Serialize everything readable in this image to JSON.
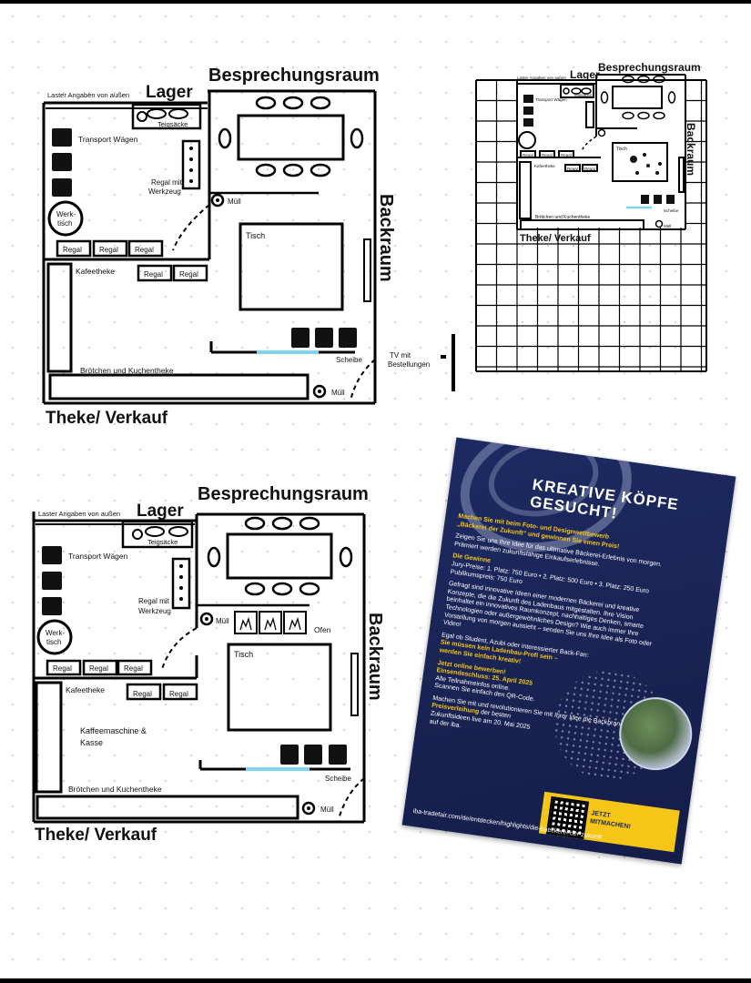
{
  "plan1": {
    "lager": "Lager",
    "besprechungsraum": "Besprechungsraum",
    "backraum": "Backraum",
    "theke": "Theke/ Verkauf",
    "laster": "Laster Angaben von außen",
    "teigsaecke": "Teigsäcke",
    "transport": "Transport Wägen",
    "regal_werkzeug_1": "Regal mit",
    "regal_werkzeug_2": "Werkzeug",
    "muell": "Müll",
    "werk1": "Werk-",
    "werk2": "tisch",
    "regal": "Regal",
    "kafeetheke": "Kafeetheke",
    "tisch": "Tisch",
    "scheibe": "Scheibe",
    "broetchen": "Brötchen und Kuchentheke",
    "tv1": "TV mit",
    "tv2": "Bestellungen"
  },
  "plan2": {
    "lager": "Lager",
    "besprechungsraum": "Besprechungsraum",
    "backraum": "Backraum",
    "theke": "Theke/ Verkauf",
    "laster": "Laster Angaben von außen",
    "teigsaecke": "Teigsäcke",
    "transport": "Transport Wägen",
    "regal": "Regal",
    "kafeetheke": "Kafeetheke",
    "tisch": "Tisch",
    "broetchen": "Brötchen und Kuchentheke",
    "scheibe": "Scheibe",
    "muell": "Müll"
  },
  "plan3": {
    "lager": "Lager",
    "besprechungsraum": "Besprechungsraum",
    "backraum": "Backraum",
    "theke": "Theke/ Verkauf",
    "laster": "Laster Angaben von außen",
    "teigsaecke": "Teigsäcke",
    "transport": "Transport Wägen",
    "regal_werkzeug_1": "Regal mit",
    "regal_werkzeug_2": "Werkzeug",
    "muell": "Müll",
    "ofen": "Ofen",
    "werk1": "Werk-",
    "werk2": "tisch",
    "regal": "Regal",
    "kafeetheke": "Kafeetheke",
    "kaffee1": "Kaffeemaschine &",
    "kaffee2": "Kasse",
    "tisch": "Tisch",
    "scheibe": "Scheibe",
    "broetchen": "Brötchen und Kuchentheke"
  },
  "poster": {
    "title1": "KREATIVE KÖPFE",
    "title2": "GESUCHT!",
    "lead1": "Machen Sie mit beim Foto- und Designwettbewerb",
    "lead2": "„Bäckerei der Zukunft“ und gewinnen Sie einen Preis!",
    "p1": "Zeigen Sie uns Ihre Idee für das ultimative Bäckerei-Erlebnis von morgen. Prämiert werden zukunftsfähige Einkaufserlebnisse.",
    "gewinne": "Die Gewinne",
    "jury": "Jury-Preise: 1. Platz: 750 Euro • 2. Platz: 500 Euro • 3. Platz: 250 Euro",
    "publikum": "Publikumspreis: 750 Euro",
    "p2": "Gefragt sind innovative Ideen einer modernen Bäckerei und kreative Konzepte, die die Zukunft des Ladenbaus mitgestalten. Ihre Vision beinhaltet ein innovatives Raumkonzept, nachhaltiges Denken, smarte Technologien oder außergewöhnliches Design? Wie auch immer Ihre Vorstellung von morgen aussieht – senden Sie uns Ihre Idee als Foto oder Video!",
    "p3": "Egal ob Student, Azubi oder interessierter Back-Fan:",
    "p3y1": "Sie müssen kein Ladenbau-Profi sein –",
    "p3y2": "werden Sie einfach kreativ!",
    "jetzt": "Jetzt online bewerben!",
    "einsende": "Einsendeschluss: 25. April 2025",
    "info1": "Alle Teilnahmeinfos online.",
    "info2": "Scannen Sie einfach den QR-Code.",
    "p4": "Machen Sie mit und revolutionieren Sie mit Ihrer Idee die Backbranche!",
    "preis": "Preisverleihung",
    "p5a": "der besten",
    "p5b": "Zukunftsideen live am 20. Mai 2025",
    "p5c": "auf der iba.",
    "cta1": "JETZT",
    "cta2": "MITMACHEN!",
    "url": "iba-tradefair.com/de/entdecken/highlights/die-baeckerei-der-zukunft"
  }
}
